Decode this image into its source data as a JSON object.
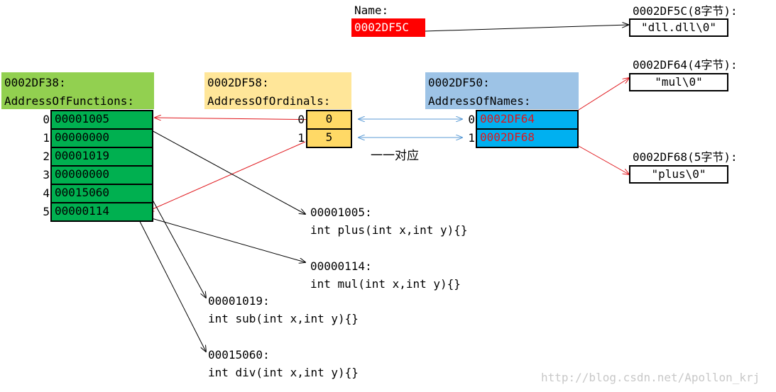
{
  "name_block": {
    "label": "Name:",
    "value": "0002DF5C"
  },
  "name_string": {
    "addr": "0002DF5C(8字节):",
    "text": "\"dll.dll\\0\""
  },
  "mul_string": {
    "addr": "0002DF64(4字节):",
    "text": "\"mul\\0\""
  },
  "plus_string": {
    "addr": "0002DF68(5字节):",
    "text": "\"plus\\0\""
  },
  "functions": {
    "addr": "0002DF38:",
    "title": "AddressOfFunctions:",
    "rows": [
      {
        "idx": "0",
        "val": "00001005"
      },
      {
        "idx": "1",
        "val": "00000000"
      },
      {
        "idx": "2",
        "val": "00001019"
      },
      {
        "idx": "3",
        "val": "00000000"
      },
      {
        "idx": "4",
        "val": "00015060"
      },
      {
        "idx": "5",
        "val": "00000114"
      }
    ]
  },
  "ordinals": {
    "addr": "0002DF58:",
    "title": "AddressOfOrdinals:",
    "rows": [
      {
        "idx": "0",
        "val": "0"
      },
      {
        "idx": "1",
        "val": "5"
      }
    ]
  },
  "names": {
    "addr": "0002DF50:",
    "title": "AddressOfNames:",
    "rows": [
      {
        "idx": "0",
        "val": "0002DF64"
      },
      {
        "idx": "1",
        "val": "0002DF68"
      }
    ]
  },
  "correspondence_label": "一一对应",
  "code_blocks": [
    {
      "addr": "00001005:",
      "code": "int plus(int x,int y){}"
    },
    {
      "addr": "00000114:",
      "code": "int mul(int x,int y){}"
    },
    {
      "addr": "00001019:",
      "code": "int sub(int x,int y){}"
    },
    {
      "addr": "00015060:",
      "code": "int div(int x,int y){}"
    }
  ],
  "watermark": "http://blog.csdn.net/Apollon_krj",
  "colors": {
    "functions_header": "#92d050",
    "functions_cells": "#00b050",
    "ordinals_header": "#ffe699",
    "ordinals_cells": "#ffd966",
    "names_header": "#9dc3e6",
    "names_cells": "#00b0f0",
    "name_value": "#ff0000",
    "red_arrow": "#e0161b",
    "blue_arrow": "#5b9bd5"
  }
}
